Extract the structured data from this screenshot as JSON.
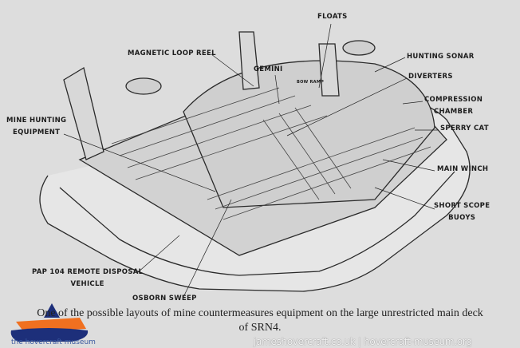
{
  "labels": {
    "floats": "FLOATS",
    "magnetic_loop_reel": "MAGNETIC LOOP REEL",
    "gemini": "GEMINI",
    "hunting_sonar": "HUNTING SONAR",
    "diverters": "DIVERTERS",
    "bow_ramp": "BOW RAMP",
    "compression_chamber_1": "COMPRESSION",
    "compression_chamber_2": "CHAMBER",
    "sperry_cat": "SPERRY CAT",
    "mine_hunting_1": "MINE HUNTING",
    "mine_hunting_2": "EQUIPMENT",
    "main_winch": "MAIN WINCH",
    "short_scope_1": "SHORT SCOPE",
    "short_scope_2": "BUOYS",
    "pap_1": "PAP 104 REMOTE DISPOSAL",
    "pap_2": "VEHICLE",
    "osborn_sweep": "OSBORN SWEEP"
  },
  "caption": {
    "line1": "One of the possible layouts of mine countermeasures equipment on the large unrestricted main deck",
    "line2": "of SRN4."
  },
  "watermark": {
    "text": "jameshovercraft.co.uk | hovercraft-museum.org",
    "logo_text": "the hovercraft museum"
  }
}
